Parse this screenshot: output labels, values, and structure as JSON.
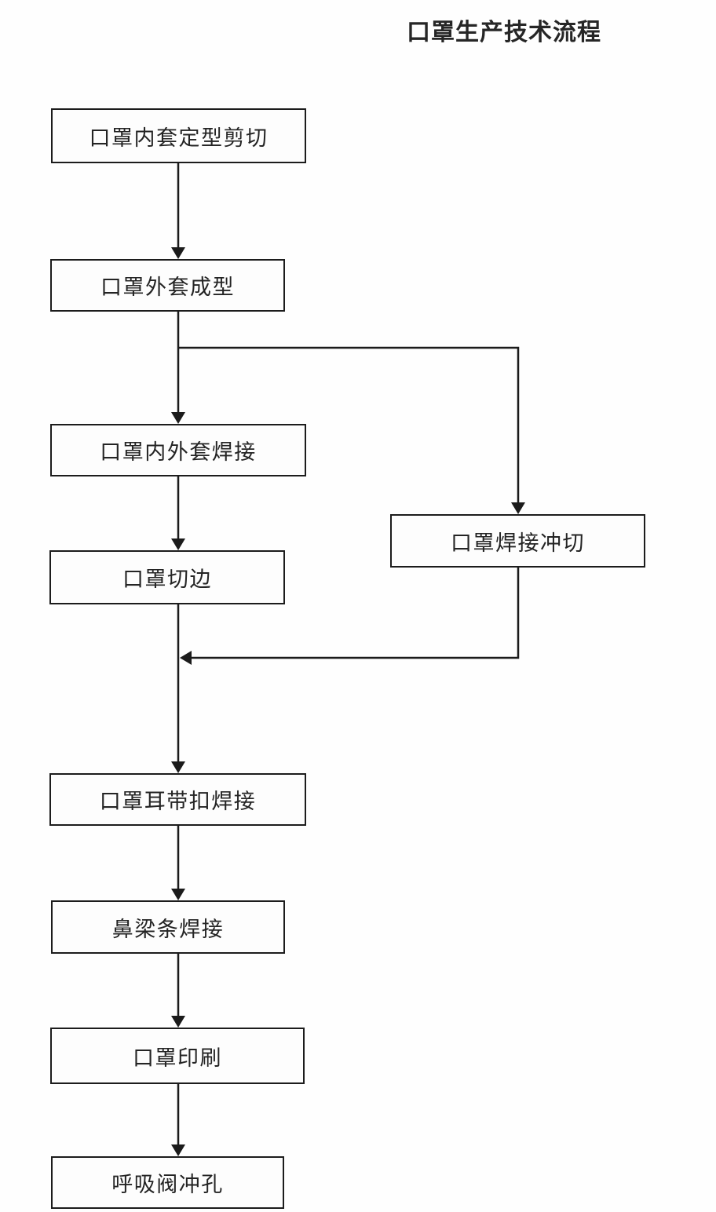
{
  "title": "口罩生产技术流程",
  "flowchart": {
    "nodes": [
      {
        "id": "inner-cover-cut",
        "label": "口罩内套定型剪切"
      },
      {
        "id": "outer-cover-form",
        "label": "口罩外套成型"
      },
      {
        "id": "inner-outer-weld",
        "label": "口罩内外套焊接"
      },
      {
        "id": "edge-trim",
        "label": "口罩切边"
      },
      {
        "id": "weld-punch-cut",
        "label": "口罩焊接冲切"
      },
      {
        "id": "ear-strap-weld",
        "label": "口罩耳带扣焊接"
      },
      {
        "id": "nose-bridge-weld",
        "label": "鼻梁条焊接"
      },
      {
        "id": "mask-print",
        "label": "口罩印刷"
      },
      {
        "id": "valve-punch",
        "label": "呼吸阀冲孔"
      }
    ],
    "edges": [
      {
        "from": "inner-cover-cut",
        "to": "outer-cover-form"
      },
      {
        "from": "outer-cover-form",
        "to": "inner-outer-weld"
      },
      {
        "from": "outer-cover-form",
        "to": "weld-punch-cut"
      },
      {
        "from": "inner-outer-weld",
        "to": "edge-trim"
      },
      {
        "from": "edge-trim",
        "to": "ear-strap-weld"
      },
      {
        "from": "weld-punch-cut",
        "to": "ear-strap-weld"
      },
      {
        "from": "ear-strap-weld",
        "to": "nose-bridge-weld"
      },
      {
        "from": "nose-bridge-weld",
        "to": "mask-print"
      },
      {
        "from": "mask-print",
        "to": "valve-punch"
      }
    ],
    "colors": {
      "line": "#1b1b1b",
      "box_border": "#1c1c1c",
      "box_fill": "#fdfdfd",
      "text": "#242424",
      "background": "#fefefe"
    }
  }
}
